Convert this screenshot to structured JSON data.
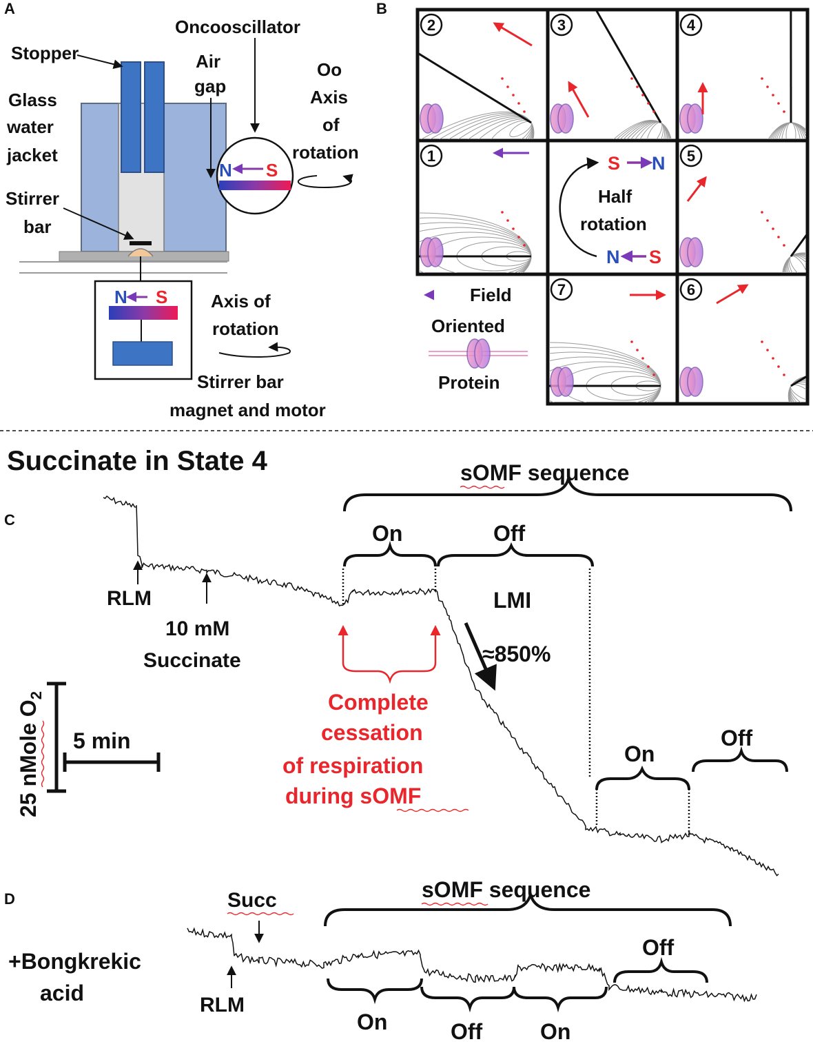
{
  "panel_a": {
    "letter": "A",
    "oncooscillator": "Oncooscillator",
    "stopper": "Stopper",
    "air_gap_1": "Air",
    "air_gap_2": "gap",
    "glass_1": "Glass",
    "glass_2": "water",
    "glass_3": "jacket",
    "oo_1": "Oo",
    "oo_2": "Axis",
    "oo_3": "of",
    "oo_4": "rotation",
    "stirrer_1": "Stirrer",
    "stirrer_2": "bar",
    "magnet_n": "N",
    "magnet_s": "S",
    "axis_1": "Axis of",
    "axis_2": "rotation",
    "motor_1": "Stirrer bar",
    "motor_2": "magnet and motor",
    "colors": {
      "jacket": "#9cb4dc",
      "stopper": "#3e74c4",
      "north": "#2b4fb8",
      "south": "#e8262b"
    }
  },
  "panel_b": {
    "letter": "B",
    "cells": [
      "1",
      "2",
      "3",
      "4",
      "5",
      "6",
      "7"
    ],
    "center_s": "S",
    "center_n": "N",
    "center_text_1": "Half",
    "center_text_2": "rotation",
    "legend_field": "Field",
    "legend_oriented": "Oriented",
    "legend_protein": "Protein"
  },
  "title": "Succinate in State 4",
  "panel_c": {
    "letter": "C",
    "somf_sequence": "sOMF sequence",
    "on_1": "On",
    "off_1": "Off",
    "lmi": "LMI",
    "rlm": "RLM",
    "succinate_1": "10 mM",
    "succinate_2": "Succinate",
    "percent": "≈850%",
    "red_1": "Complete",
    "red_2": "cessation",
    "red_3": "of respiration",
    "red_4": "during sOMF",
    "on_2": "On",
    "off_2": "Off",
    "scale_y": "25 nMole O",
    "scale_y_sub": "2",
    "scale_x": "5 min"
  },
  "panel_d": {
    "letter": "D",
    "succ": "Succ",
    "somf_sequence": "sOMF sequence",
    "bongkrekic_1": "+Bongkrekic",
    "bongkrekic_2": "acid",
    "rlm": "RLM",
    "on_1": "On",
    "off_1": "Off",
    "on_2": "On",
    "off_2": "Off"
  }
}
